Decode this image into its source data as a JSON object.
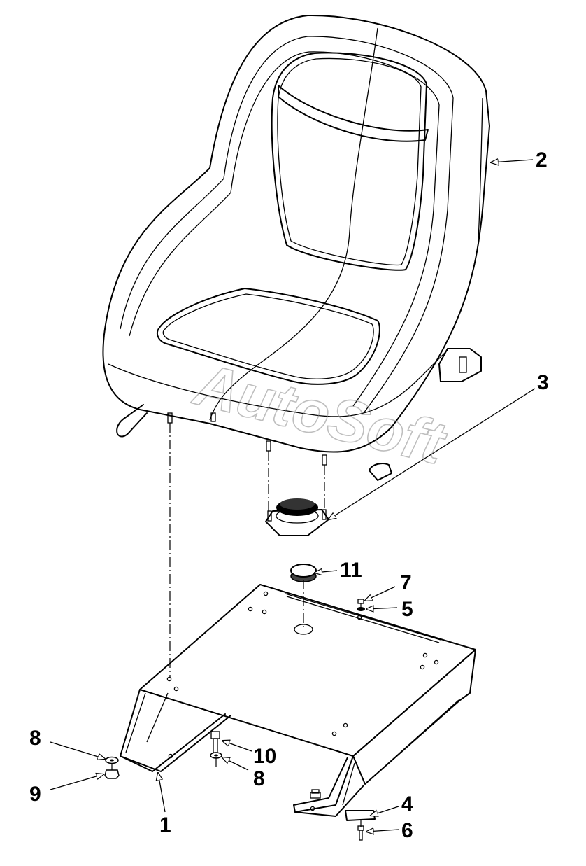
{
  "watermark": "AutoSoft",
  "callouts": [
    {
      "id": "part-1",
      "label": "1"
    },
    {
      "id": "part-2",
      "label": "2"
    },
    {
      "id": "part-3",
      "label": "3"
    },
    {
      "id": "part-4",
      "label": "4"
    },
    {
      "id": "part-5",
      "label": "5"
    },
    {
      "id": "part-6",
      "label": "6"
    },
    {
      "id": "part-7",
      "label": "7"
    },
    {
      "id": "part-8a",
      "label": "8"
    },
    {
      "id": "part-8b",
      "label": "8"
    },
    {
      "id": "part-9",
      "label": "9"
    },
    {
      "id": "part-10",
      "label": "10"
    },
    {
      "id": "part-11",
      "label": "11"
    }
  ]
}
